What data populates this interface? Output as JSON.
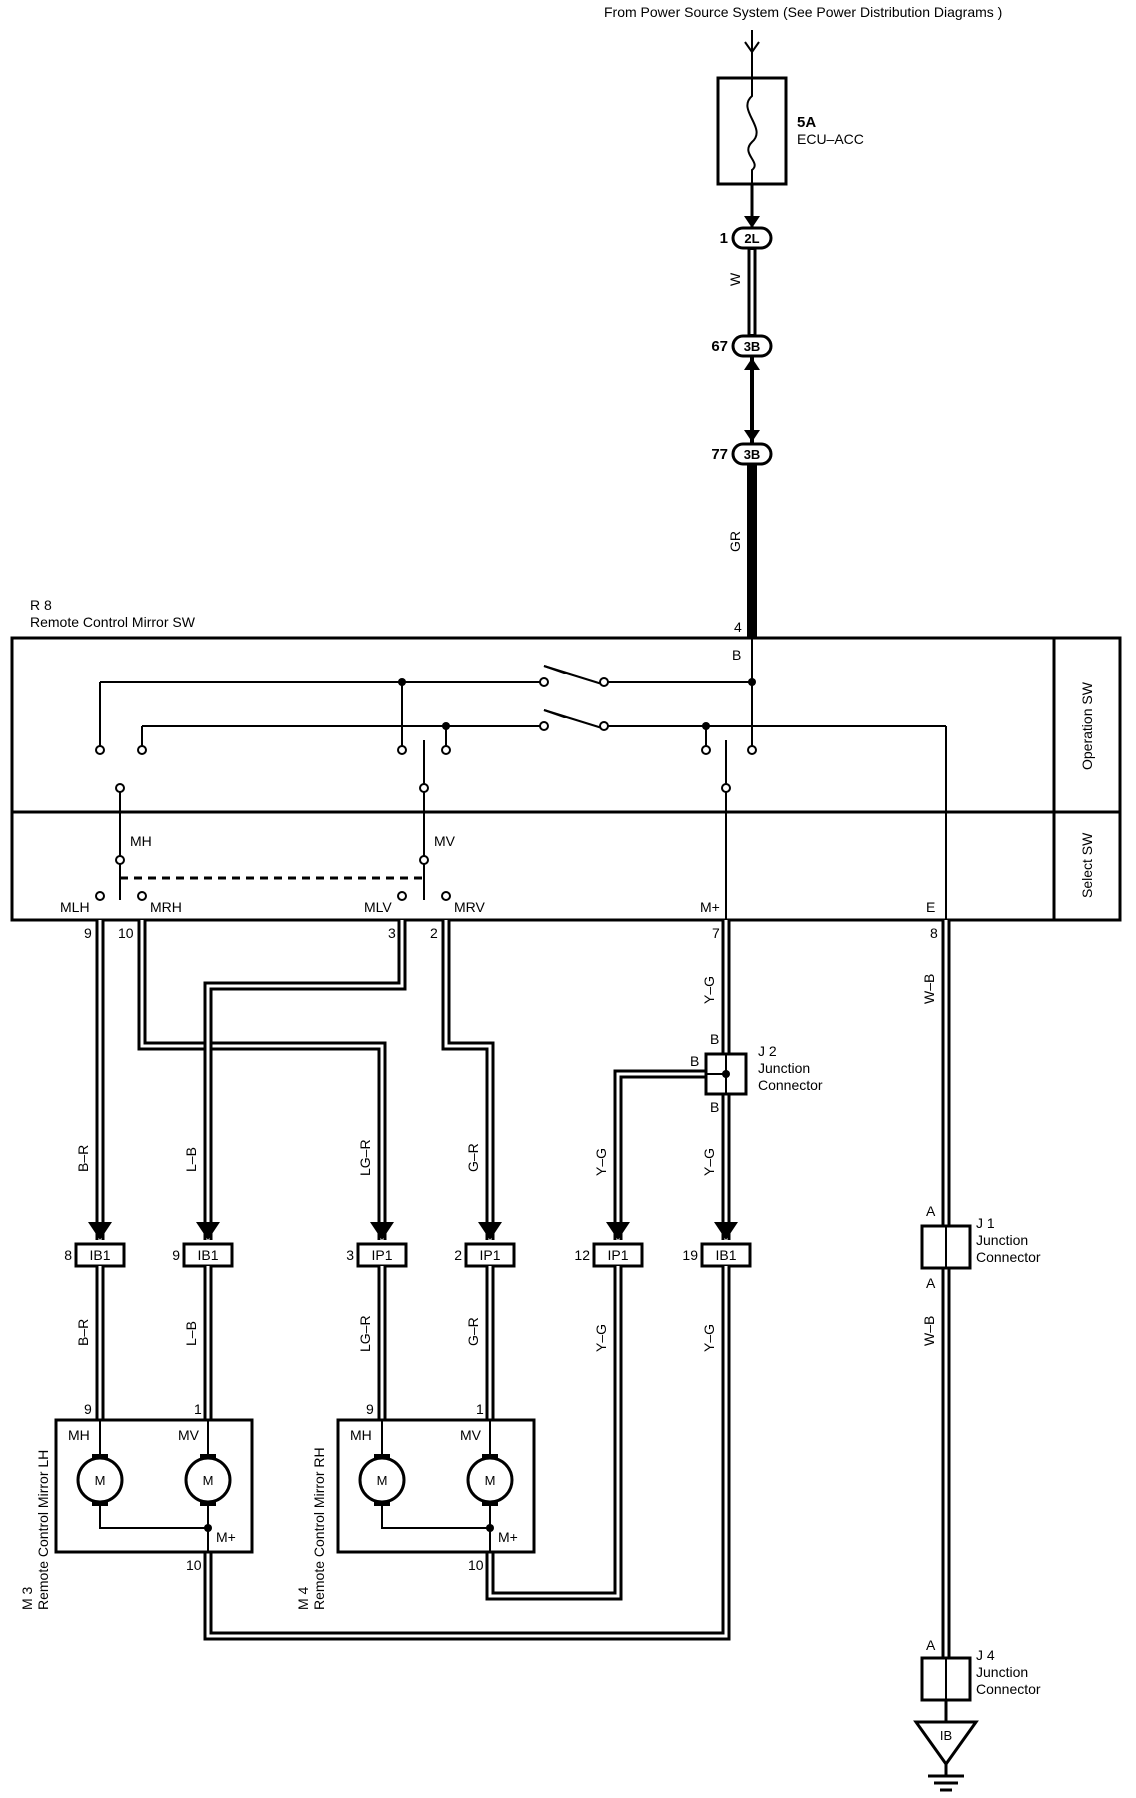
{
  "header": {
    "source": "From Power Source System (See Power Distribution Diagrams )"
  },
  "fuse": {
    "rating": "5A",
    "name": "ECU–ACC"
  },
  "connectors_top": {
    "c1": {
      "pin": "1",
      "id": "2L"
    },
    "c2": {
      "pin": "67",
      "id": "3B"
    },
    "c3": {
      "pin": "77",
      "id": "3B"
    }
  },
  "wires": {
    "w_top": "W",
    "gr": "GR",
    "y_g": "Y–G",
    "w_b": "W–B",
    "b_r": "B–R",
    "l_b": "L–B",
    "lg_r": "LG–R",
    "g_r": "G–R"
  },
  "switch": {
    "id": "R 8",
    "name": "Remote Control Mirror SW",
    "operation": "Operation SW",
    "select": "Select SW",
    "pin_b": "B",
    "pin_4": "4",
    "mh": "MH",
    "mv": "MV",
    "terminals": {
      "mlh": "MLH",
      "mrh": "MRH",
      "mlv": "MLV",
      "mrv": "MRV",
      "mplus": "M+",
      "e": "E"
    },
    "pins": {
      "p9": "9",
      "p10": "10",
      "p3": "3",
      "p2": "2",
      "p7": "7",
      "p8": "8"
    }
  },
  "j2": {
    "id": "J 2",
    "line1": "Junction",
    "line2": "Connector",
    "pin": "B"
  },
  "j1": {
    "id": "J 1",
    "line1": "Junction",
    "line2": "Connector",
    "pin": "A"
  },
  "j4": {
    "id": "J 4",
    "line1": "Junction",
    "line2": "Connector",
    "pin": "A"
  },
  "ground": {
    "id": "IB"
  },
  "inline_connectors": [
    {
      "pin": "8",
      "id": "IB1"
    },
    {
      "pin": "9",
      "id": "IB1"
    },
    {
      "pin": "3",
      "id": "IP1"
    },
    {
      "pin": "2",
      "id": "IP1"
    },
    {
      "pin": "12",
      "id": "IP1"
    },
    {
      "pin": "19",
      "id": "IB1"
    }
  ],
  "mirror_lh": {
    "id": "M 3",
    "name": "Remote Control Mirror LH",
    "mh": "MH",
    "mv": "MV",
    "mplus": "M+",
    "motor": "M",
    "pin9": "9",
    "pin1": "1",
    "pin10": "10"
  },
  "mirror_rh": {
    "id": "M 4",
    "name": "Remote Control Mirror RH",
    "mh": "MH",
    "mv": "MV",
    "mplus": "M+",
    "motor": "M",
    "pin9": "9",
    "pin1": "1",
    "pin10": "10"
  }
}
